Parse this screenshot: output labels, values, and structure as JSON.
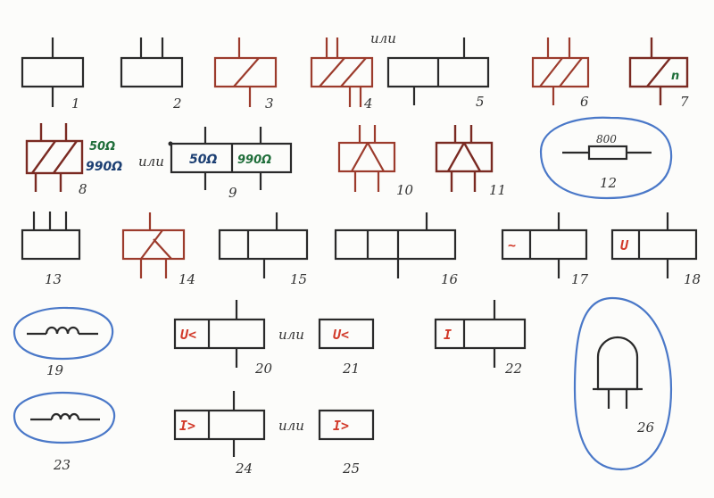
{
  "labels": {
    "n1": "1",
    "n2": "2",
    "n3": "3",
    "n4": "4",
    "n5": "5",
    "n6": "6",
    "n7": "7",
    "n8": "8",
    "n9": "9",
    "n10": "10",
    "n11": "11",
    "n12": "12",
    "n13": "13",
    "n14": "14",
    "n15": "15",
    "n16": "16",
    "n17": "17",
    "n18": "18",
    "n19": "19",
    "n20": "20",
    "n21": "21",
    "n22": "22",
    "n23": "23",
    "n24": "24",
    "n25": "25",
    "n26": "26"
  },
  "or_word": "или",
  "resistances": {
    "r1": "50Ω",
    "r2": "990Ω"
  },
  "resistor_value": "800",
  "marks": {
    "n_mark": "n",
    "u_mark": "U",
    "tilde": "~",
    "u_less": "U<",
    "i_mark": "I",
    "i_greater": "I>"
  }
}
